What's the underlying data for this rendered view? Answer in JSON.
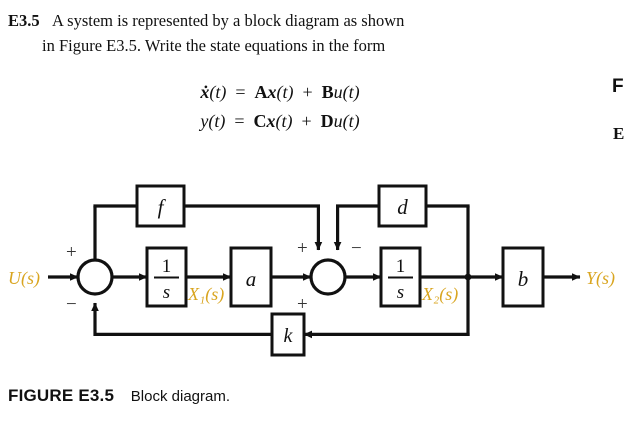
{
  "problem": {
    "label": "E3.5",
    "line1": "A system is represented by a block diagram as shown",
    "line2": "in Figure E3.5. Write the state equations in the form"
  },
  "equations": {
    "eq1": {
      "lhs_dot": "ẋ(t)",
      "eq": "=",
      "term1": "Ax(t)",
      "plus": "+",
      "term2": "Bu(t)",
      "full": "ẋ(t)  =  Ax(t)  +  Bu(t)"
    },
    "eq2": {
      "lhs": "y(t)",
      "eq": "=",
      "term1": "Cx(t)",
      "plus": "+",
      "term2": "Du(t)",
      "full": "y(t)  =  Cx(t)  +  Du(t)"
    }
  },
  "edge_text": {
    "clipped_f": "F",
    "clipped_e": "E"
  },
  "diagram": {
    "signals": {
      "input": "U(s)",
      "output": "Y(s)",
      "state1": "X₁(s)",
      "state2": "X₂(s)"
    },
    "blocks": {
      "integrator1_num": "1",
      "integrator1_den": "s",
      "integrator2_num": "1",
      "integrator2_den": "s",
      "gain_a": "a",
      "gain_b": "b",
      "gain_f": "f",
      "gain_d": "d",
      "gain_k": "k"
    },
    "signs": {
      "sum1_top": "+",
      "sum1_bottom": "−",
      "sum2_left_top": "+",
      "sum2_right_top": "−",
      "sum2_left_bottom": "+"
    },
    "colors": {
      "signal_label": "#D9A520",
      "line": "#111111",
      "block_fill": "#FFFFFF"
    }
  },
  "caption": {
    "label": "FIGURE E3.5",
    "text": "Block diagram."
  }
}
